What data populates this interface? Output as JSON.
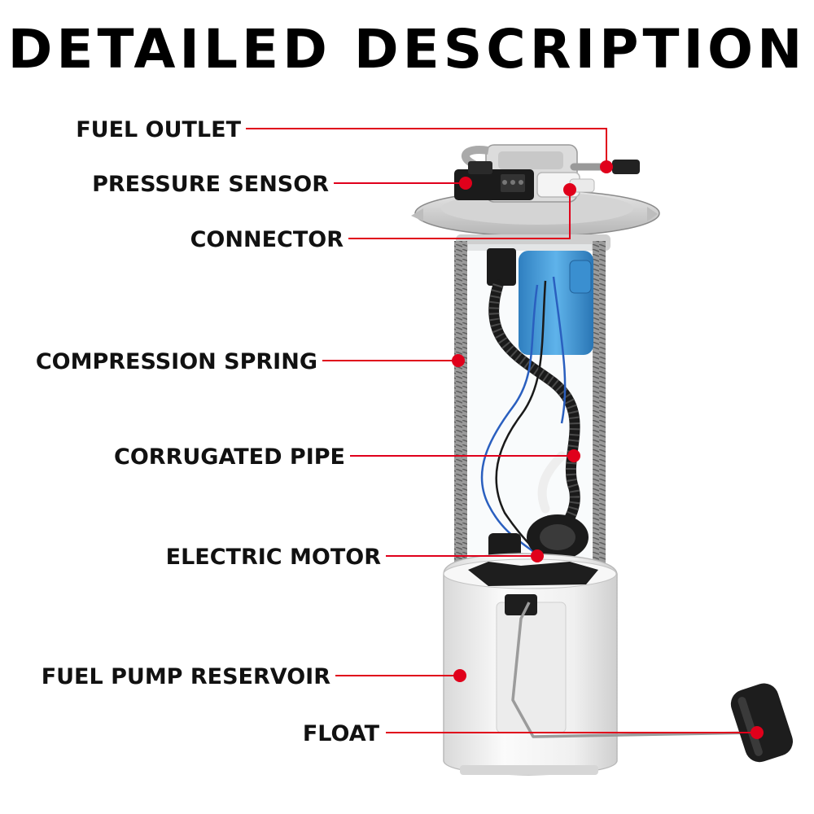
{
  "title": "DETAILED DESCRIPTION",
  "colors": {
    "accent": "#e0001b",
    "text": "#111111",
    "reservoir": "#f2f2f2",
    "filter_blue": "#3a9ad9"
  },
  "labels": {
    "fuel_outlet": "FUEL OUTLET",
    "pressure_sensor": "PRESSURE SENSOR",
    "connector": "CONNECTOR",
    "compression_spring": "COMPRESSION SPRING",
    "corrugated_pipe": "CORRUGATED PIPE",
    "electric_motor": "ELECTRIC MOTOR",
    "fuel_pump_reservoir": "FUEL PUMP RESERVOIR",
    "float": "FLOAT"
  }
}
